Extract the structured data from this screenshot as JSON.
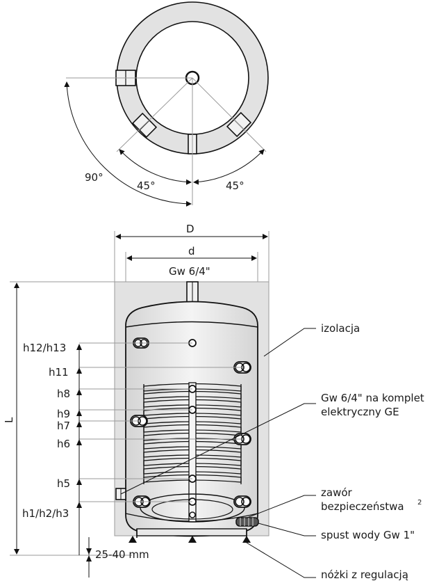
{
  "top_view": {
    "angle_90": "90°",
    "angle_45_left": "45°",
    "angle_45_right": "45°"
  },
  "dimensions": {
    "D": "D",
    "d": "d",
    "gw_top": "Gw 6/4\"",
    "L": "L",
    "feet_range": "25-40 mm"
  },
  "heights": {
    "h12_h13": "h12/h13",
    "h11": "h11",
    "h8": "h8",
    "h9": "h9",
    "h7": "h7",
    "h6": "h6",
    "h5": "h5",
    "h1_h2_h3": "h1/h2/h3"
  },
  "callouts": {
    "insulation": "izolacja",
    "gw_heater_line1": "Gw 6/4\" na komplet",
    "gw_heater_line2": "elektryczny GE",
    "valve_line1": "zawór",
    "valve_line2": "bezpieczeństwa",
    "valve_sup": "2",
    "drain": "spust wody Gw 1\"",
    "feet": "nóżki z regulacją"
  }
}
